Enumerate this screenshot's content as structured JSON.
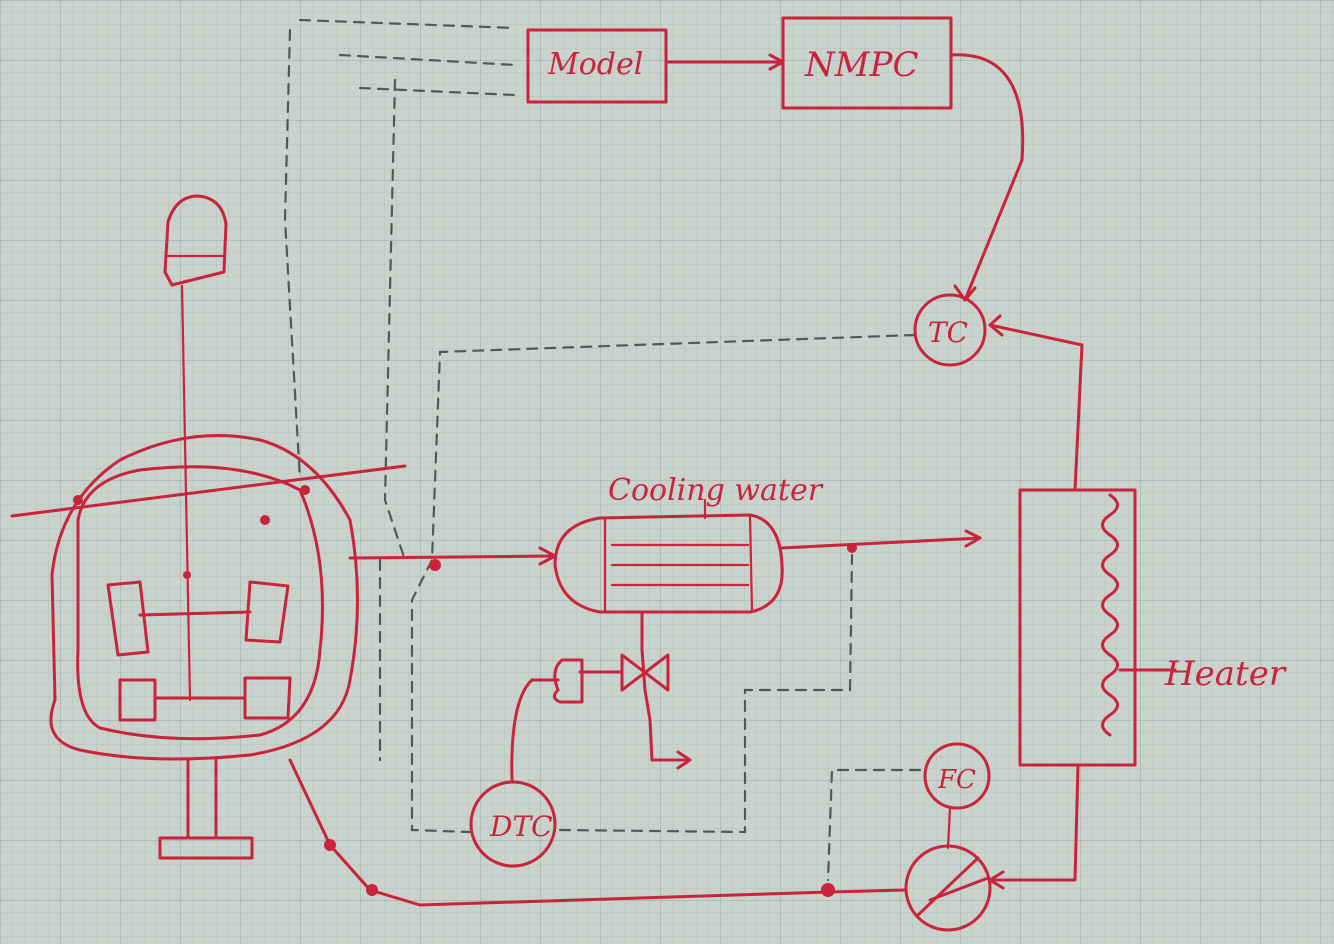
{
  "labels": {
    "block1": "Model",
    "block2": "NMPC",
    "temperature_controller": "TC",
    "level_controller": "DTC",
    "flow_controller": "FC",
    "cooling_water": "Cooling water",
    "heater": "Heater"
  },
  "colors": {
    "ink": "#c8243c",
    "signal": "#4f5a55",
    "paper": "#c9d2cc"
  }
}
